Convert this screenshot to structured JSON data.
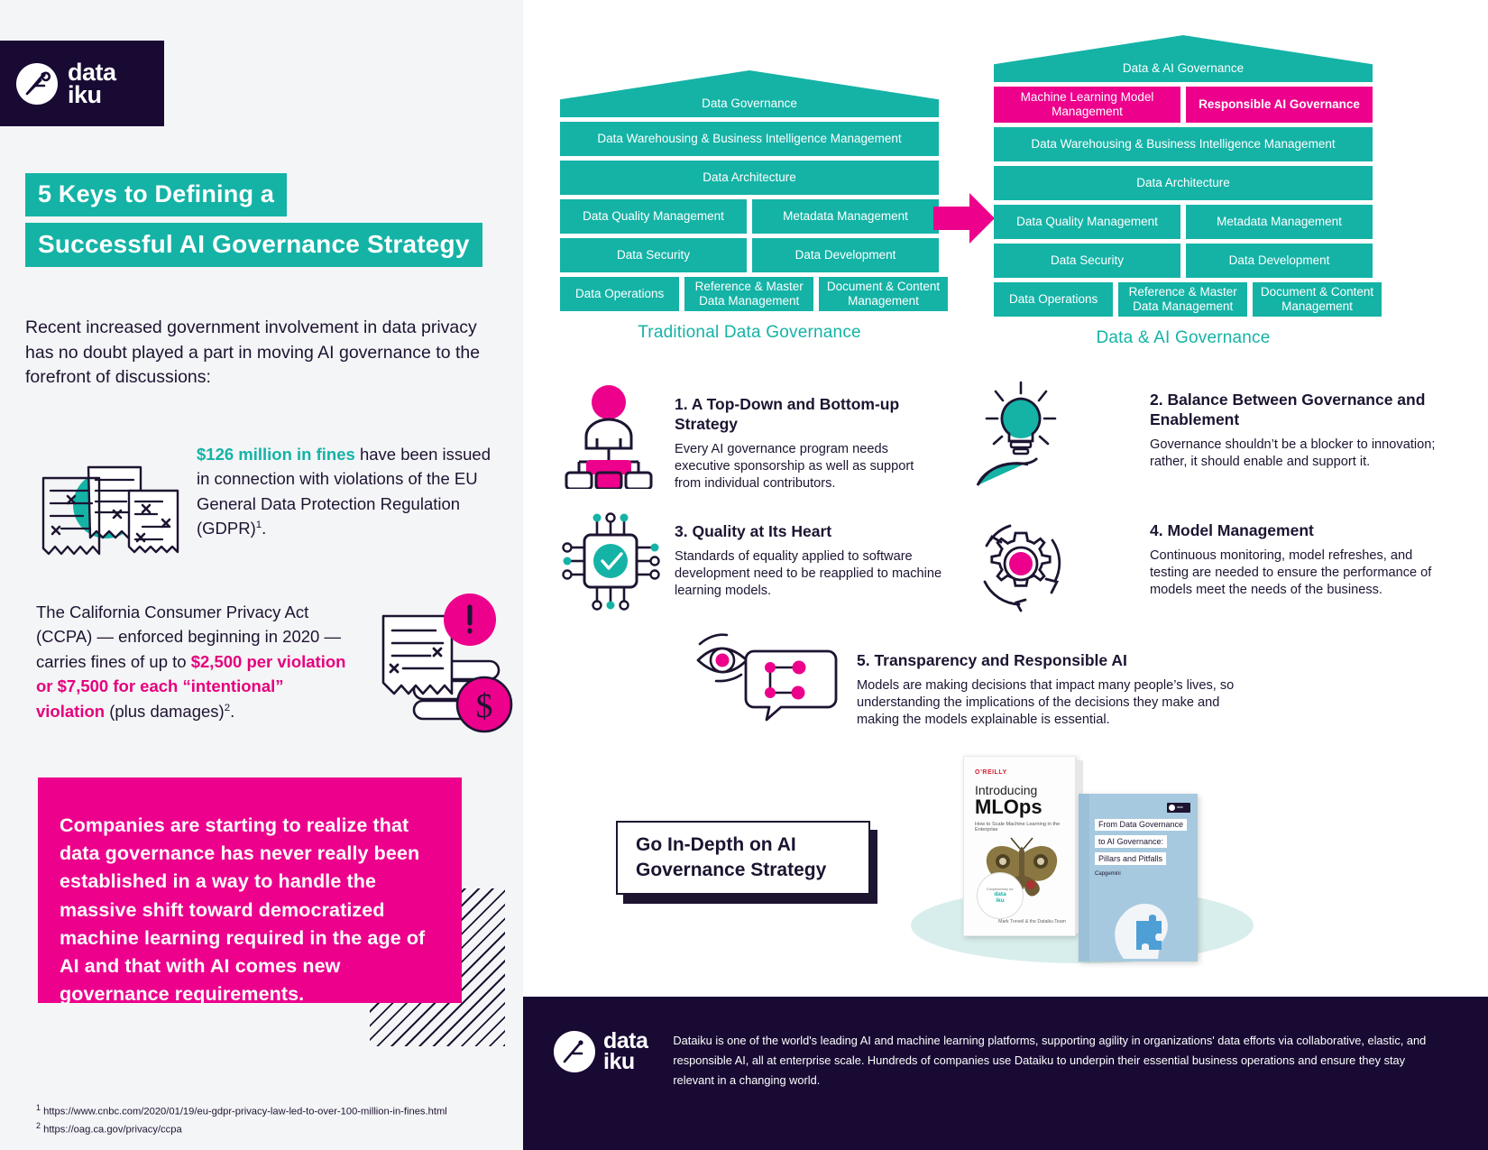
{
  "brand": {
    "name_line1": "data",
    "name_line2": "iku",
    "teal": "#14b3a6",
    "pink": "#ec008c",
    "magenta": "#e5007d",
    "dark": "#180a33",
    "page_bg": "#f4f5f7"
  },
  "left": {
    "title_line1": "5 Keys to Defining a",
    "title_line2": "Successful AI Governance Strategy",
    "intro": "Recent increased government involvement in data privacy has no doubt played a part in moving AI governance to the forefront of discussions:",
    "stat1": {
      "highlight": "$126 million in fines",
      "rest": " have been issued in connection with violations of the EU General Data Protection Regulation (GDPR)",
      "footnote_marker": "1",
      "period": "."
    },
    "stat2": {
      "part1": "The California Consumer Privacy Act (CCPA) — enforced beginning in 2020 — carries fines of up to ",
      "highlight": "$2,500 per violation or $7,500 for each “intentional” violation",
      "part2": " (plus damages)",
      "footnote_marker": "2",
      "period": "."
    },
    "callout": "Companies are starting to realize that data governance has never really been established in a way to handle the massive shift toward democratized machine learning required in the age of AI and that with AI comes new governance requirements.",
    "footnotes": [
      {
        "marker": "1",
        "text": "https://www.cnbc.com/2020/01/19/eu-gdpr-privacy-law-led-to-over-100-million-in-fines.html"
      },
      {
        "marker": "2",
        "text": "https://oag.ca.gov/privacy/ccpa"
      }
    ]
  },
  "pyramids": {
    "left": {
      "roof": "Data Governance",
      "caption": "Traditional Data Governance",
      "rows": [
        [
          {
            "label": "Data Warehousing & Business Intelligence Management",
            "color": "teal",
            "width": "full"
          }
        ],
        [
          {
            "label": "Data Architecture",
            "color": "teal",
            "width": "full"
          }
        ],
        [
          {
            "label": "Data Quality Management",
            "color": "teal",
            "width": "half"
          },
          {
            "label": "Metadata Management",
            "color": "teal",
            "width": "half"
          }
        ],
        [
          {
            "label": "Data Security",
            "color": "teal",
            "width": "half"
          },
          {
            "label": "Data Development",
            "color": "teal",
            "width": "half"
          }
        ],
        [
          {
            "label": "Data Operations",
            "color": "teal",
            "width": "third"
          },
          {
            "label": "Reference & Master Data Management",
            "color": "teal",
            "width": "third"
          },
          {
            "label": "Document & Content Management",
            "color": "teal",
            "width": "third"
          }
        ]
      ]
    },
    "right": {
      "roof": "Data & AI Governance",
      "caption": "Data  & AI Governance",
      "rows": [
        [
          {
            "label": "Machine Learning Model Management",
            "color": "pink",
            "width": "half"
          },
          {
            "label": "Responsible AI Governance",
            "color": "pink",
            "width": "half",
            "bold": true
          }
        ],
        [
          {
            "label": "Data Warehousing & Business Intelligence Management",
            "color": "teal",
            "width": "full"
          }
        ],
        [
          {
            "label": "Data Architecture",
            "color": "teal",
            "width": "full"
          }
        ],
        [
          {
            "label": "Data Quality Management",
            "color": "teal",
            "width": "half"
          },
          {
            "label": "Metadata Management",
            "color": "teal",
            "width": "half"
          }
        ],
        [
          {
            "label": "Data Security",
            "color": "teal",
            "width": "half"
          },
          {
            "label": "Data Development",
            "color": "teal",
            "width": "half"
          }
        ],
        [
          {
            "label": "Data Operations",
            "color": "teal",
            "width": "third"
          },
          {
            "label": "Reference & Master Data Management",
            "color": "teal",
            "width": "third"
          },
          {
            "label": "Document & Content Management",
            "color": "teal",
            "width": "third"
          }
        ]
      ]
    }
  },
  "keys": [
    {
      "title": "1. A Top-Down and Bottom-up Strategy",
      "body": "Every AI governance program needs executive sponsorship as well as support from individual contributors.",
      "icon": "org-chart-person-icon"
    },
    {
      "title": "2. Balance Between Governance and Enablement",
      "body": "Governance shouldn’t be a blocker to innovation; rather, it should enable and support it.",
      "icon": "lightbulb-in-hand-icon"
    },
    {
      "title": "3. Quality at Its Heart",
      "body": "Standards of equality applied to software development need to be reapplied to machine learning models.",
      "icon": "chip-checkmark-icon"
    },
    {
      "title": "4. Model Management",
      "body": "Continuous monitoring, model refreshes, and testing are needed to ensure the performance of models meet the needs of the business.",
      "icon": "gear-cycle-icon"
    },
    {
      "title": "5. Transparency and Responsible AI",
      "body": "Models are making decisions that impact many people’s lives, so understanding the implications of the decisions they make and making the models explainable is essential.",
      "icon": "eye-speech-bubble-icon"
    }
  ],
  "cta": {
    "line1": "Go In-Depth on AI",
    "line2": "Governance Strategy"
  },
  "books": {
    "book1": {
      "publisher": "O’REILLY",
      "title_line1": "Introducing",
      "title_line2": "MLOps",
      "subtitle": "How to Scale Machine Learning in the Enterprise",
      "badge_top": "Complimentary ed.",
      "badge_brand_line1": "data",
      "badge_brand_line2": "iku",
      "authors": "Mark Treveil\n& the Dataiku Team"
    },
    "book2": {
      "title_line1": "From Data Governance",
      "title_line2": "to AI Governance:",
      "title_line3": "Pillars and Pitfalls",
      "author": "Capgemini"
    }
  },
  "footer": {
    "text": "Dataiku is one of the world's leading AI and machine learning platforms, supporting agility in organizations' data efforts via collaborative, elastic, and responsible AI, all at enterprise scale. Hundreds of companies use Dataiku to underpin their essential business operations and ensure they stay relevant in a changing world."
  }
}
